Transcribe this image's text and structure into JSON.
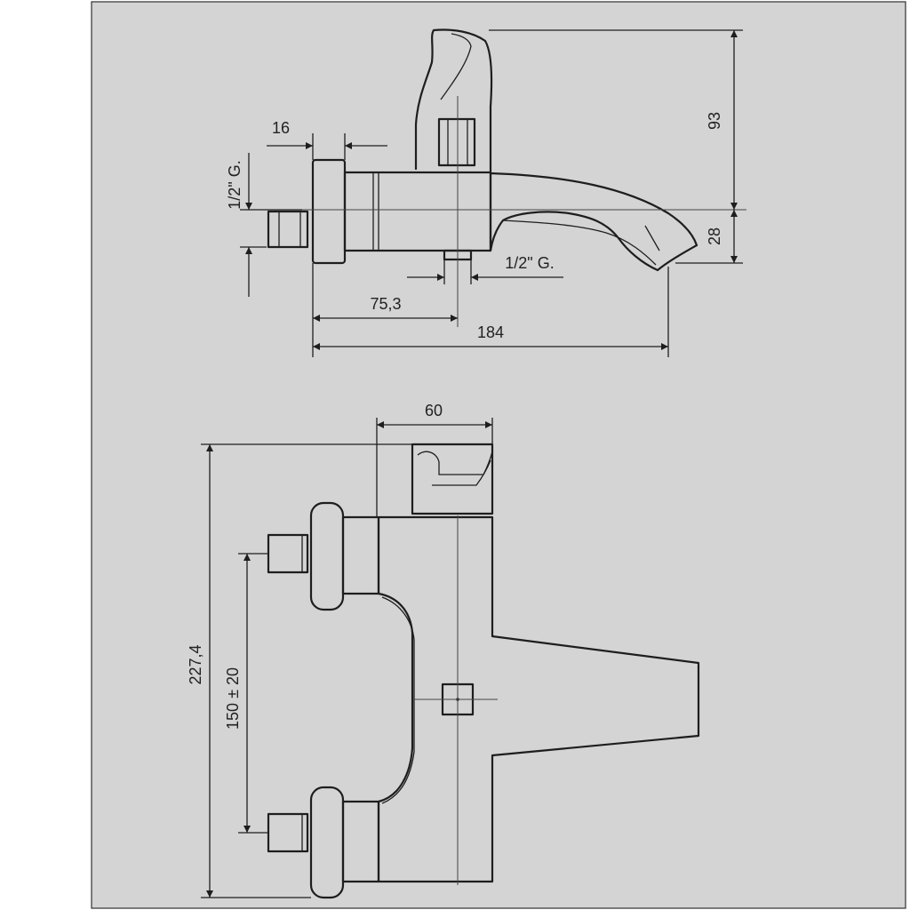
{
  "dimensions": {
    "side_view": {
      "inlet_thread_left": "1/2\" G.",
      "wall_flange_thickness": "16",
      "handle_height": "93",
      "spout_drop": "28",
      "outlet_thread": "1/2\" G.",
      "outlet_offset": "75,3",
      "overall_length": "184"
    },
    "top_view": {
      "body_width": "60",
      "overall_width": "227,4",
      "inlet_spacing": "150 ± 20"
    }
  }
}
